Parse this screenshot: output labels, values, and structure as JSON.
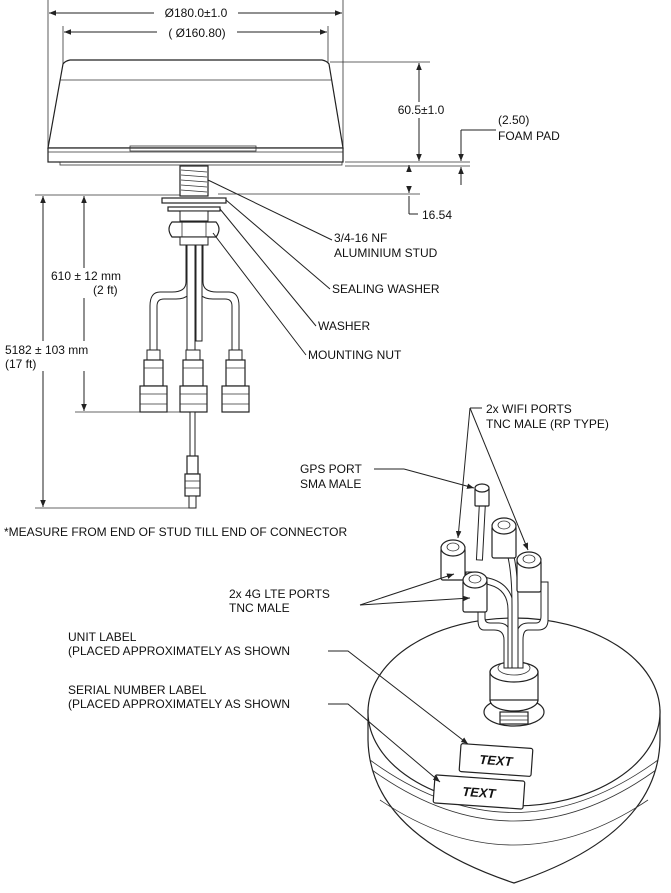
{
  "dimensions": {
    "outer_diameter": "Ø180.0±1.0",
    "inner_diameter": "( Ø160.80)",
    "height": "60.5±1.0",
    "foam_pad_value": "(2.50)",
    "foam_pad_label": "FOAM PAD",
    "stud_height": "16.54",
    "short_cable_value": "610 ± 12 mm",
    "short_cable_unit": "(2 ft)",
    "long_cable_value": "5182 ± 103 mm",
    "long_cable_unit": "(17 ft)"
  },
  "callouts": {
    "stud_line1": "3/4-16 NF",
    "stud_line2": "ALUMINIUM STUD",
    "sealing_washer": "SEALING WASHER",
    "washer": "WASHER",
    "mounting_nut": "MOUNTING NUT",
    "wifi_line1": "2x WIFI PORTS",
    "wifi_line2": "TNC MALE (RP TYPE)",
    "gps_line1": "GPS PORT",
    "gps_line2": "SMA MALE",
    "lte_line1": "2x 4G LTE PORTS",
    "lte_line2": "TNC MALE",
    "unit_label_line1": "UNIT LABEL",
    "unit_label_line2": "(PLACED APPROXIMATELY AS SHOWN",
    "serial_label_line1": "SERIAL NUMBER LABEL",
    "serial_label_line2": "(PLACED APPROXIMATELY AS SHOWN"
  },
  "note": "*MEASURE FROM END OF STUD TILL END OF CONNECTOR",
  "label_stamps": {
    "unit": "TEXT",
    "serial": "TEXT"
  }
}
